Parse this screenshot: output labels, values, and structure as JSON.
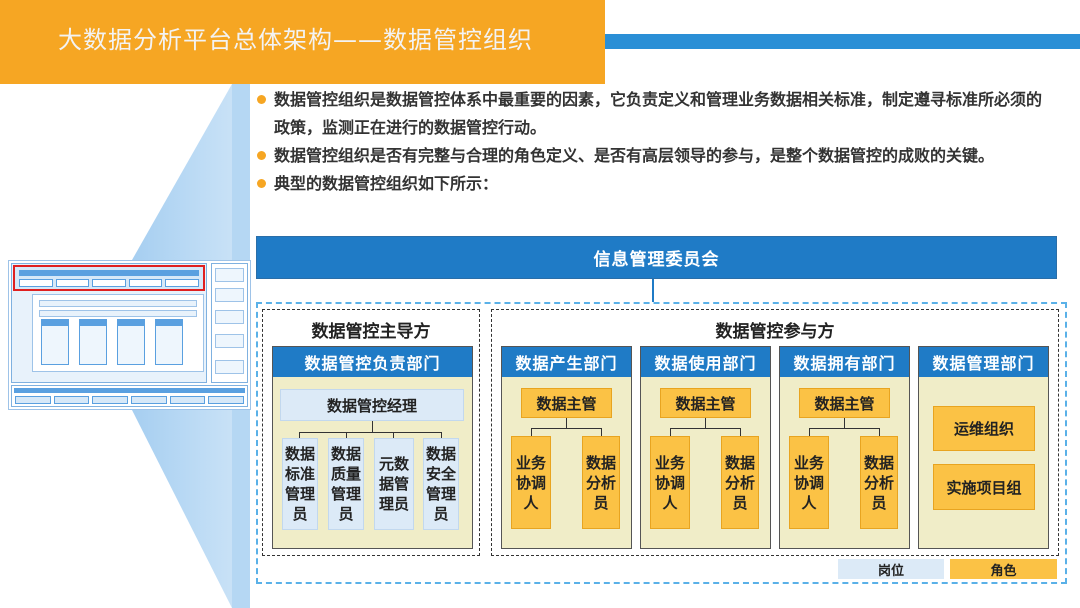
{
  "header": {
    "title": "大数据分析平台总体架构——数据管控组织"
  },
  "colors": {
    "orange": "#f6a623",
    "blue": "#1f7bc6",
    "light_blue": "#dceaf7",
    "role_yellow": "#fbc245",
    "dept_bg": "#f0edc8"
  },
  "bullets": [
    "数据管控组织是数据管控体系中最重要的因素，它负责定义和管理业务数据相关标准，制定遵寻标准所必须的政策，监测正在进行的数据管控行动。",
    "数据管控组织是否有完整与合理的角色定义、是否有高层领导的参与，是整个数据管控的成败的关键。",
    "典型的数据管控组织如下所示："
  ],
  "committee": "信息管理委员会",
  "lead_group": {
    "title": "数据管控主导方",
    "dept": "数据管控负责部门",
    "manager": "数据管控经理",
    "roles": [
      "数据\n标准\n管理\n员",
      "数据\n质量\n管理\n员",
      "元数\n据管\n理员",
      "数据\n安全\n管理\n员"
    ]
  },
  "part_group": {
    "title": "数据管控参与方",
    "depts": [
      {
        "name": "数据产生部门",
        "lead": "数据主管",
        "roles": [
          "业务\n协调\n人",
          "数据\n分析\n员"
        ]
      },
      {
        "name": "数据使用部门",
        "lead": "数据主管",
        "roles": [
          "业务\n协调\n人",
          "数据\n分析\n员"
        ]
      },
      {
        "name": "数据拥有部门",
        "lead": "数据主管",
        "roles": [
          "业务\n协调\n人",
          "数据\n分析\n员"
        ]
      }
    ],
    "mgmt": {
      "name": "数据管理部门",
      "items": [
        "运维组织",
        "实施项目组"
      ]
    }
  },
  "legend": {
    "post": "岗位",
    "role": "角色"
  }
}
